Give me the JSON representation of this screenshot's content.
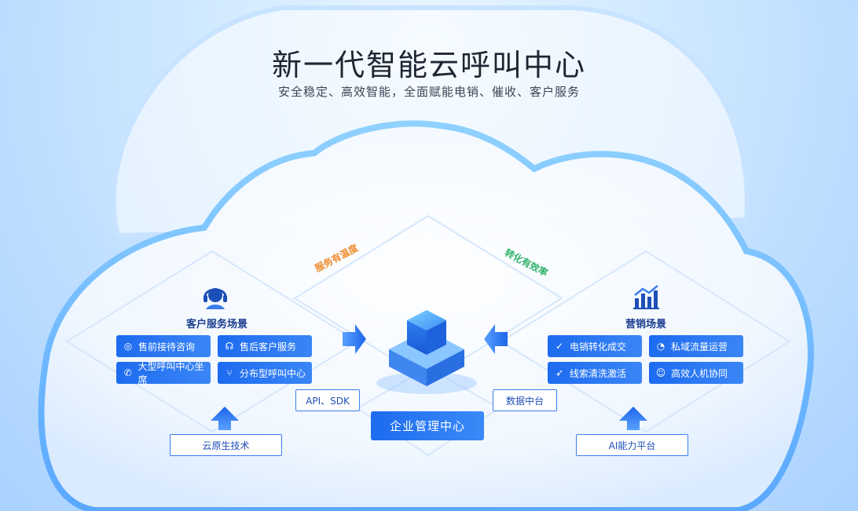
{
  "header": {
    "title": "新一代智能云呼叫中心",
    "subtitle": "安全稳定、高效智能，全面赋能电销、催收、客户服务"
  },
  "tags": {
    "left": "服务有温度",
    "right": "转化有效率"
  },
  "left_scene": {
    "title": "客户服务场景",
    "items": [
      {
        "label": "售前接待咨询",
        "icon": "chat-icon"
      },
      {
        "label": "售后客户服务",
        "icon": "headset-icon"
      },
      {
        "label": "大型呼叫中心坐席",
        "icon": "phone-icon"
      },
      {
        "label": "分布型呼叫中心",
        "icon": "branch-icon"
      }
    ],
    "foundation": "云原生技术",
    "connector": "API、SDK"
  },
  "right_scene": {
    "title": "营销场景",
    "items": [
      {
        "label": "电销转化成交",
        "icon": "check-icon"
      },
      {
        "label": "私域流量运营",
        "icon": "dashboard-icon"
      },
      {
        "label": "线索清洗激活",
        "icon": "rocket-icon"
      },
      {
        "label": "高效人机协同",
        "icon": "robot-icon"
      }
    ],
    "foundation": "AI能力平台",
    "connector": "数据中台"
  },
  "center": {
    "label": "企业管理中心"
  },
  "colors": {
    "primary": "#1d6bef",
    "title": "#1f2533",
    "orange_tag": "#f08a2a",
    "green_tag": "#2fb26a"
  }
}
